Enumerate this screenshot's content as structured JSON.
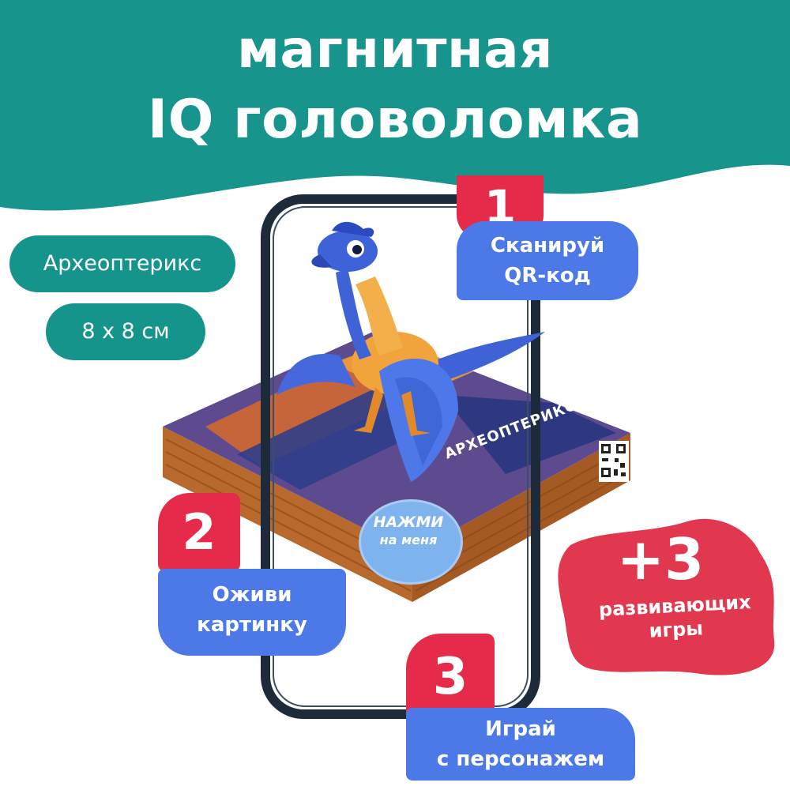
{
  "colors": {
    "teal": "#15948c",
    "step_red": "#e62a49",
    "step_blue": "#4d79e8",
    "text_white": "#ffffff"
  },
  "header": {
    "title_line_1": "магнитная",
    "title_line_2": "IQ головоломка"
  },
  "info": {
    "name": "Археоптерикс",
    "size": "8 х 8 см"
  },
  "steps": [
    {
      "number": "1",
      "line_1": "Сканируй",
      "line_2": "QR-код"
    },
    {
      "number": "2",
      "line_1": "Оживи",
      "line_2": "картинку"
    },
    {
      "number": "3",
      "line_1": "Играй",
      "line_2": "с персонажем"
    }
  ],
  "bonus": {
    "plus": "+3",
    "line_1": "развивающих",
    "line_2": "игры"
  },
  "phone_button": {
    "line_1": "НАЖМИ",
    "line_2": "на меня"
  },
  "product_box_label": "АРХЕОПТЕРИКС",
  "icons": [
    "qr-code-icon",
    "smartphone",
    "dinosaur",
    "puzzle-box"
  ]
}
